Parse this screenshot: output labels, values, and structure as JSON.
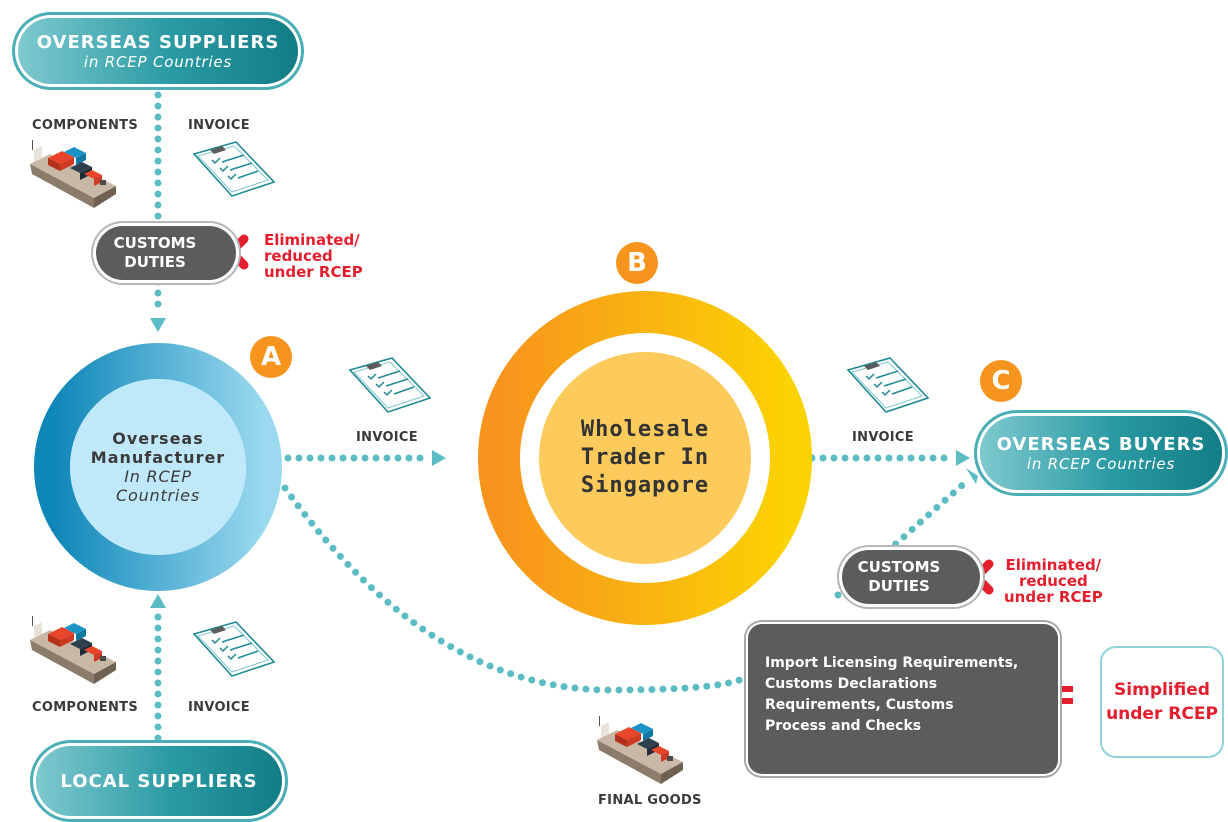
{
  "nodes": {
    "overseas_suppliers": {
      "title": "OVERSEAS SUPPLIERS",
      "subtitle": "in RCEP Countries"
    },
    "local_suppliers": {
      "title": "LOCAL SUPPLIERS"
    },
    "overseas_buyers": {
      "title": "OVERSEAS BUYERS",
      "subtitle": "in RCEP Countries"
    },
    "manufacturer": {
      "badge": "A",
      "line1": "Overseas",
      "line2": "Manufacturer",
      "line3": "In RCEP",
      "line4": "Countries"
    },
    "trader": {
      "badge": "B",
      "line1": "Wholesale",
      "line2": "Trader In",
      "line3": "Singapore"
    },
    "buyer_badge": "C"
  },
  "labels": {
    "components": "COMPONENTS",
    "invoice": "INVOICE",
    "final_goods": "FINAL GOODS"
  },
  "duties": {
    "line1": "CUSTOMS",
    "line2": "DUTIES",
    "note1": "Eliminated/",
    "note2": "reduced",
    "note3": "under RCEP"
  },
  "requirements": {
    "line1": "Import Licensing Requirements,",
    "line2": "Customs Declarations",
    "line3": "Requirements, Customs",
    "line4": "Process and Checks"
  },
  "simplified": {
    "line1": "Simplified",
    "line2": "under RCEP"
  },
  "colors": {
    "teal": "#2a9aa3",
    "dots": "#5bbcc3",
    "orange": "#f7941d",
    "yellow": "#f9d000",
    "red": "#e31e2d",
    "dark_gray": "#5b5c5e"
  },
  "icons": [
    "cargo-ship-icon",
    "clipboard-invoice-icon",
    "red-cross-icon",
    "equals-icon"
  ]
}
